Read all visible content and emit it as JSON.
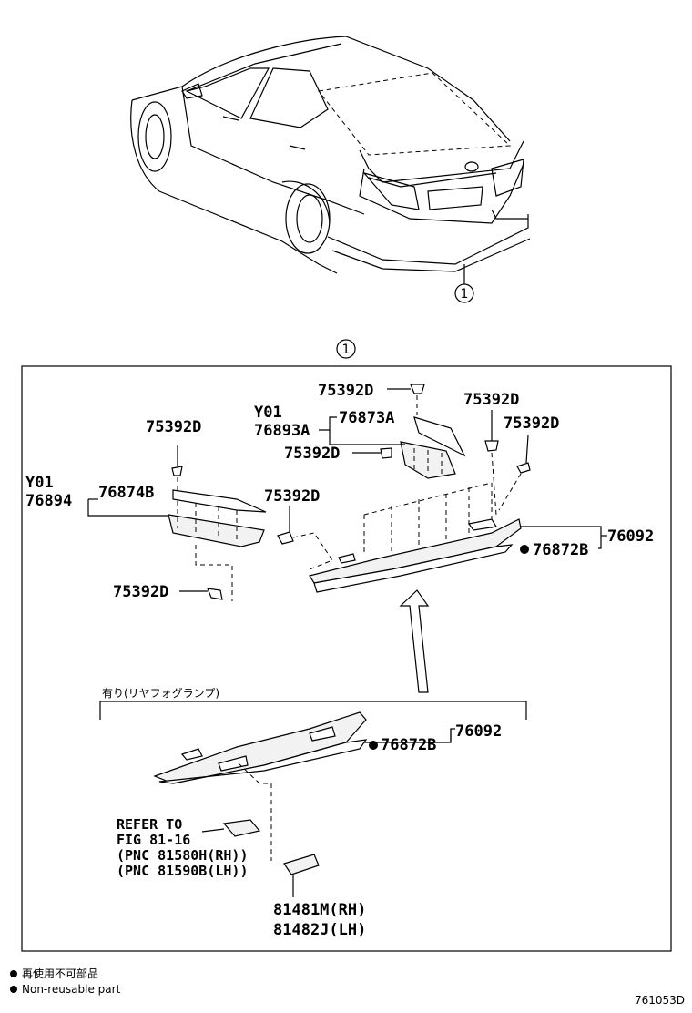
{
  "callouts": {
    "car_ref": "1",
    "box_ref": "1"
  },
  "labels": {
    "clip_top_center": "75392D",
    "clip_top_right": "75392D",
    "clip_right": "75392D",
    "clip_left_top": "75392D",
    "clip_mid": "75392D",
    "clip_center_small": "75392D",
    "clip_left_bottom": "75392D",
    "y01_a": "Y01",
    "p76893a": "76893A",
    "p76873a": "76873A",
    "y01_b": "Y01",
    "p76894": "76894",
    "p76874b": "76874B",
    "p76092_top": "76092",
    "p76872b_top": "76872B",
    "option_text": "有り(リヤフォグランプ)",
    "p76092_bottom": "76092",
    "p76872b_bottom": "76872B",
    "refer_1": "REFER TO",
    "refer_2": "FIG 81-16",
    "refer_3": "(PNC 81580H(RH))",
    "refer_4": "(PNC 81590B(LH))",
    "lamp_rh": "81481M(RH)",
    "lamp_lh": "81482J(LH)",
    "bullet_mark": "●"
  },
  "legend": {
    "jp": "再使用不可部品",
    "en": "Non-reusable part"
  },
  "figure_id": "761053D"
}
